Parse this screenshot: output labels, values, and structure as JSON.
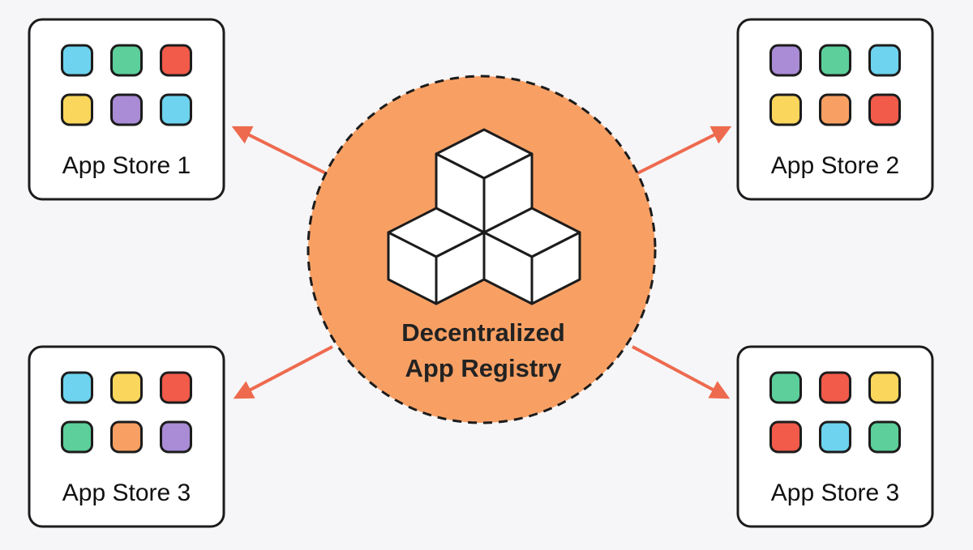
{
  "registry": {
    "label_line1": "Decentralized",
    "label_line2": "App Registry",
    "fill_color": "#f8a064",
    "icon": "stacked-cubes-icon"
  },
  "arrow_color": "#ee6a4e",
  "stores": [
    {
      "id": "store-1",
      "label": "App Store 1",
      "app_colors": [
        "#6dd3ee",
        "#5ccf9a",
        "#f25a4a",
        "#fad65c",
        "#a98bd6",
        "#6dd3ee"
      ]
    },
    {
      "id": "store-2",
      "label": "App Store 2",
      "app_colors": [
        "#a98bd6",
        "#5ccf9a",
        "#6dd3ee",
        "#fad65c",
        "#f8a064",
        "#f25a4a"
      ]
    },
    {
      "id": "store-3",
      "label": "App Store 3",
      "app_colors": [
        "#6dd3ee",
        "#fad65c",
        "#f25a4a",
        "#5ccf9a",
        "#f8a064",
        "#a98bd6"
      ]
    },
    {
      "id": "store-4",
      "label": "App Store 3",
      "app_colors": [
        "#5ccf9a",
        "#f25a4a",
        "#fad65c",
        "#f25a4a",
        "#6dd3ee",
        "#5ccf9a"
      ]
    }
  ]
}
